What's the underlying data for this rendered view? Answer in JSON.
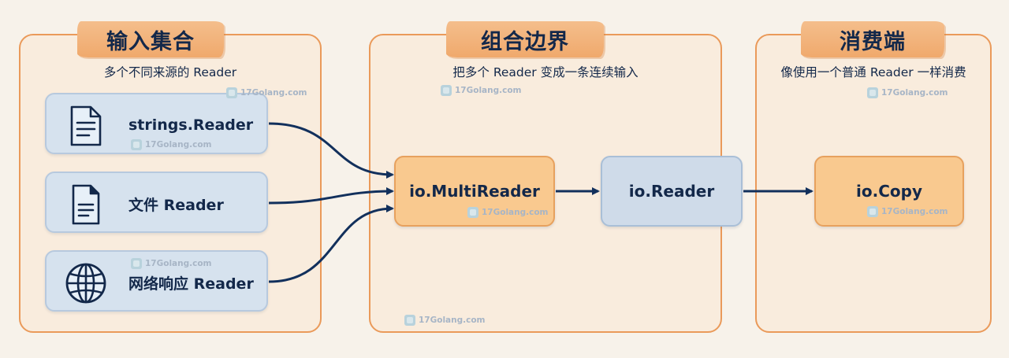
{
  "sections": {
    "input": {
      "title": "输入集合",
      "subtitle": "多个不同来源的 Reader"
    },
    "combine": {
      "title": "组合边界",
      "subtitle": "把多个 Reader 变成一条连续输入"
    },
    "consumer": {
      "title": "消费端",
      "subtitle": "像使用一个普通 Reader 一样消费"
    }
  },
  "sources": [
    {
      "label": "strings.Reader",
      "icon": "document-icon"
    },
    {
      "label": "文件 Reader",
      "icon": "file-icon"
    },
    {
      "label": "网络响应 Reader",
      "icon": "globe-icon"
    }
  ],
  "nodes": {
    "multireader": "io.MultiReader",
    "reader": "io.Reader",
    "copy": "io.Copy"
  },
  "watermark": "17Golang.com",
  "colors": {
    "panel_border": "#ea9a5a",
    "banner": "#f0a96c",
    "source_box": "#d6e2ee",
    "node_orange": "#f9c98f",
    "node_blue": "#cfdbe9",
    "arrow": "#12305c"
  }
}
